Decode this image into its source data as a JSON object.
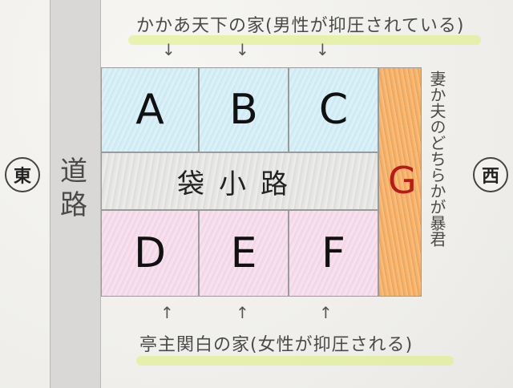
{
  "labels": {
    "top": "かかあ天下の家(男性が抑圧されている)",
    "bottom": "亭主関白の家(女性が抑圧される)",
    "road": "道路",
    "alley": "袋小路",
    "east": "東",
    "west": "西",
    "g_note": "妻か夫のどちらかが暴君"
  },
  "plots": {
    "A": "A",
    "B": "B",
    "C": "C",
    "D": "D",
    "E": "E",
    "F": "F",
    "G": "G"
  },
  "arrows": {
    "down": "↓",
    "up": "↑"
  },
  "colors": {
    "north_houses": "#c8e8f3",
    "south_houses": "#f3cfe6",
    "plot_g": "#f0a050",
    "plot_g_letter": "#b81a1a",
    "highlight": "#dcf078"
  }
}
